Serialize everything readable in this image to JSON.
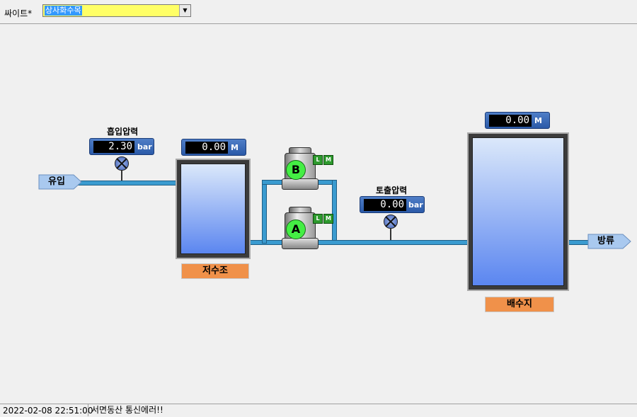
{
  "site": {
    "label": "싸이트*",
    "selected": "상사화수목"
  },
  "inflow": {
    "label": "유입"
  },
  "suction": {
    "label": "흡입압력",
    "value": "2.30",
    "unit": "bar"
  },
  "reservoir": {
    "label": "저수조",
    "level": "0.00",
    "unit": "M"
  },
  "pumps": [
    {
      "id": "B",
      "l": "L",
      "m": "M"
    },
    {
      "id": "A",
      "l": "L",
      "m": "M"
    }
  ],
  "discharge": {
    "label": "토출압력",
    "value": "0.00",
    "unit": "bar"
  },
  "distribution": {
    "label": "배수지",
    "level": "0.00",
    "unit": "M"
  },
  "outflow": {
    "label": "방류"
  },
  "status": {
    "time": "2022-02-08 22:51:00",
    "message": "서면동산 통신에러!!"
  },
  "colors": {
    "pipe": "#3a9bd0",
    "tank_label": "#f0914a",
    "pump": "#44ee44",
    "site_select": "#ffff66"
  }
}
